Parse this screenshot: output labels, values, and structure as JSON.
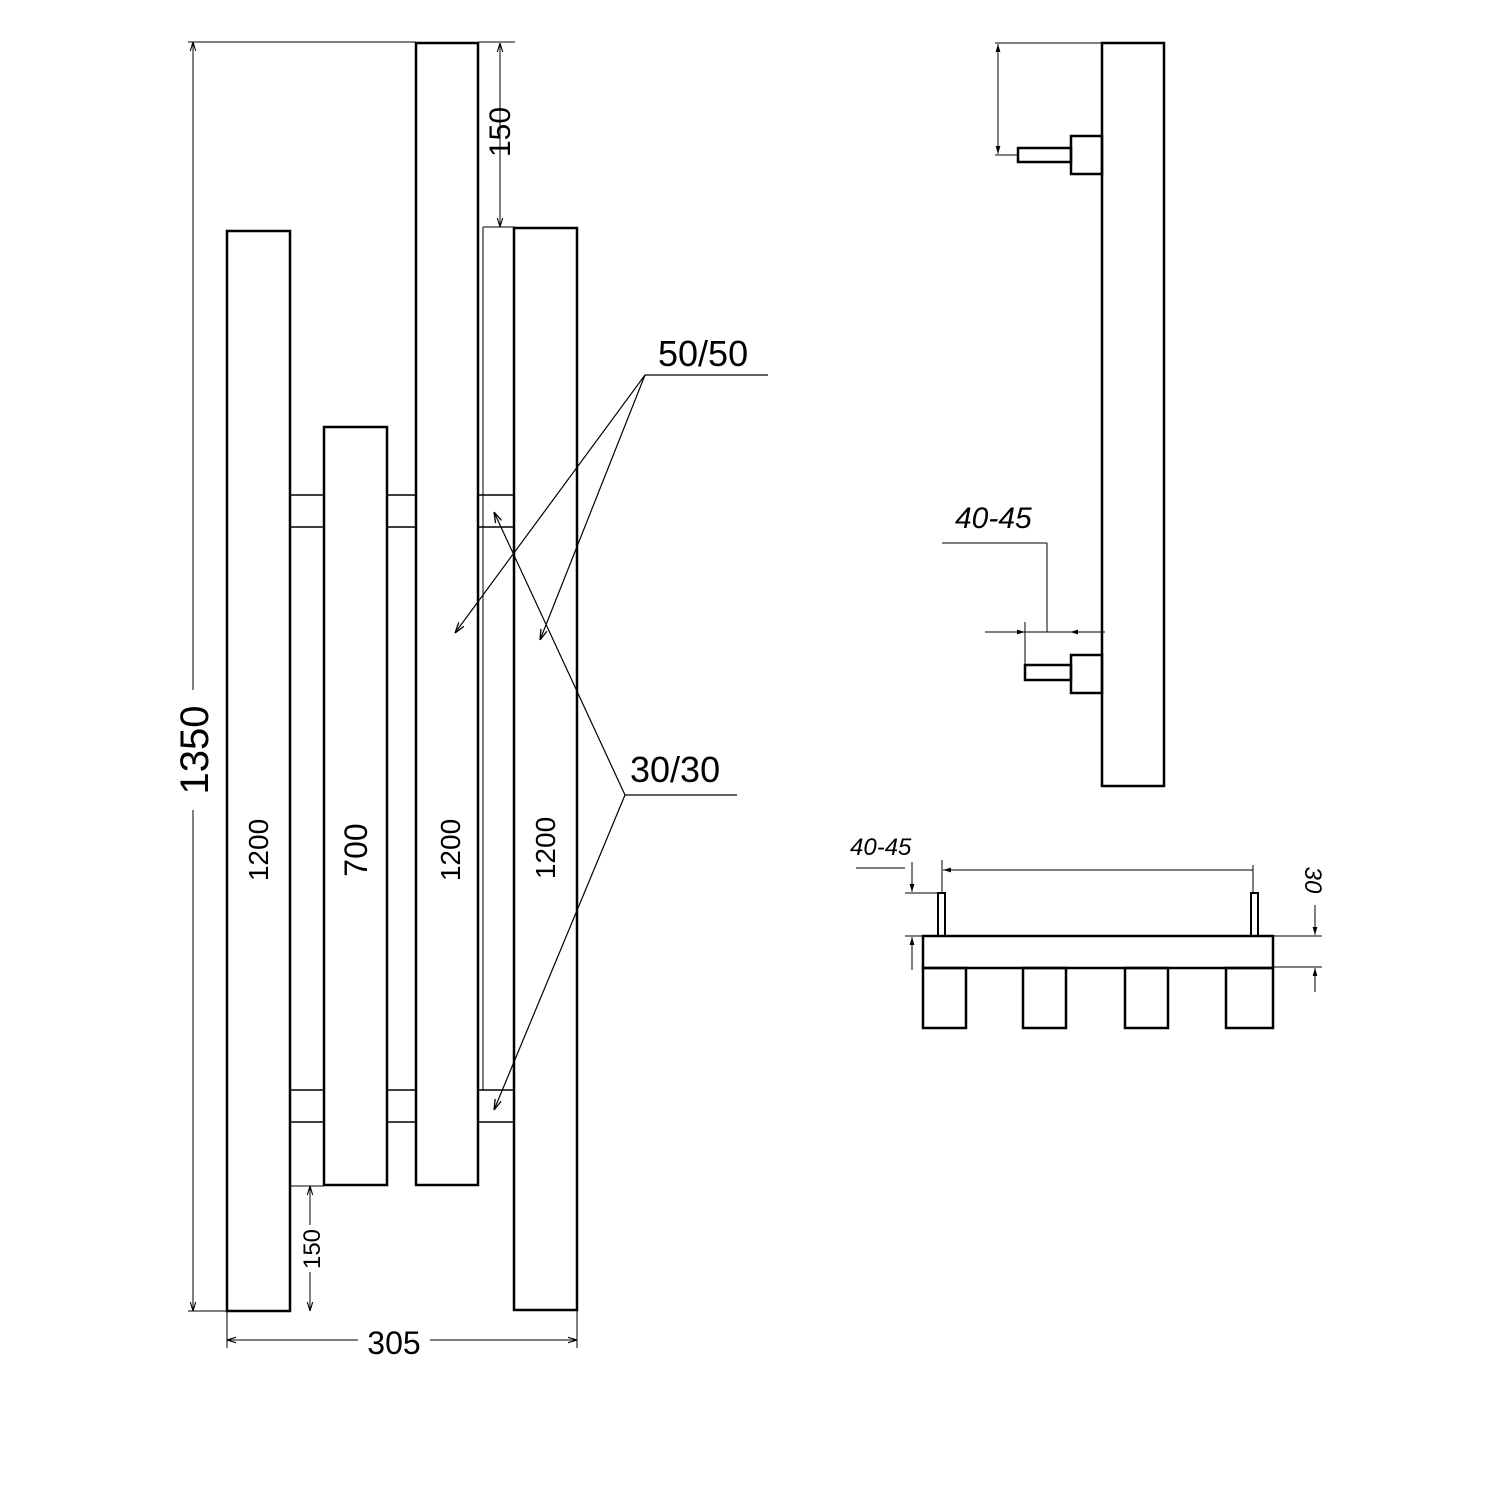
{
  "front_view": {
    "overall_height": "1350",
    "top_offset": "150",
    "bottom_offset": "150",
    "overall_width": "305",
    "bars": [
      {
        "length": "1200"
      },
      {
        "length": "700"
      },
      {
        "length": "1200"
      },
      {
        "length": "1200"
      }
    ],
    "callout_main_profile": "50/50",
    "callout_connector_profile": "30/30"
  },
  "side_view": {
    "wall_distance": "40-45"
  },
  "top_view": {
    "wall_distance": "40-45",
    "depth": "30"
  },
  "colors": {
    "line": "#000000",
    "background": "#ffffff"
  }
}
